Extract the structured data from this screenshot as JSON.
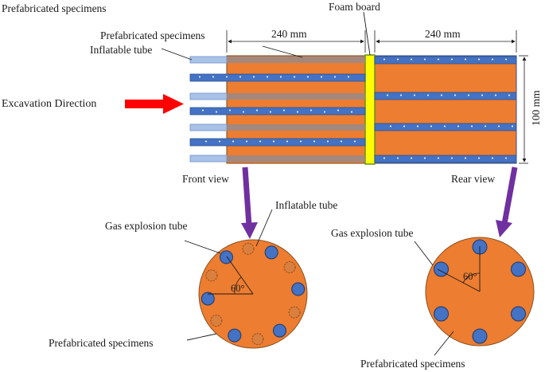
{
  "labels": {
    "top_left": "Prefabricated specimens",
    "foam_board": "Foam board",
    "prefab_top": "Prefabricated specimens",
    "inflatable_top": "Inflatable tube",
    "dim_left": "240 mm",
    "dim_right": "240 mm",
    "dim_height": "100 mm",
    "excavation": "Excavation Direction",
    "front_view": "Front view",
    "rear_view": "Rear view",
    "gas_tube_left": "Gas explosion tube",
    "inflatable_left": "Inflatable tube",
    "angle_left": "60°",
    "prefab_left_bottom": "Prefabricated specimens",
    "gas_tube_right": "Gas explosion tube",
    "angle_right": "60°",
    "prefab_right_bottom": "Prefabricated specimens"
  },
  "colors": {
    "specimen": "#ed7d31",
    "tube": "#4472c4",
    "tube_light": "#a9c2e8",
    "tube_grey": "#8e8e8e",
    "foam": "#ffff00",
    "arrow_red": "#ff0000",
    "arrow_purple": "#7030a0",
    "inflatable_fill": "#d9803f",
    "inflatable_stroke": "#8b4513"
  },
  "icons": {
    "excavation_arrow": "right-arrow-icon",
    "view_arrow": "down-arrow-icon"
  }
}
